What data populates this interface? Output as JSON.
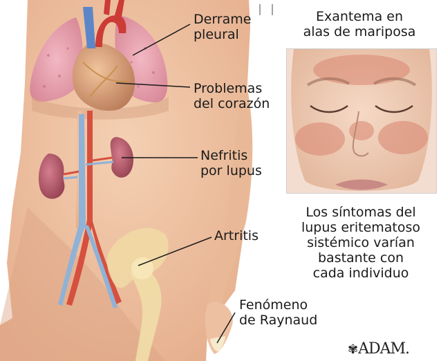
{
  "labels": {
    "pleural_effusion": [
      "Derrame",
      "pleural"
    ],
    "heart_problems": [
      "Problemas",
      "del corazón"
    ],
    "lupus_nephritis": [
      "Nefritis",
      "por lupus"
    ],
    "arthritis": [
      "Artritis"
    ],
    "raynaud": [
      "Fenómeno",
      "de Raynaud"
    ],
    "butterfly_rash": [
      "Exantema en",
      "alas de mariposa"
    ]
  },
  "caption": [
    "Los síntomas del",
    "lupus  eritematoso",
    "sistémico varían",
    "bastante con",
    "cada individuo"
  ],
  "logo": {
    "text": "ADAM.",
    "icon": "asterisk-star-icon"
  },
  "colors": {
    "skin": "#efc3a2",
    "lung": "#e7a0ae",
    "kidney": "#b8566a",
    "rash": "#d98570",
    "aorta": "#d5503e",
    "vein": "#8fb2d6"
  }
}
